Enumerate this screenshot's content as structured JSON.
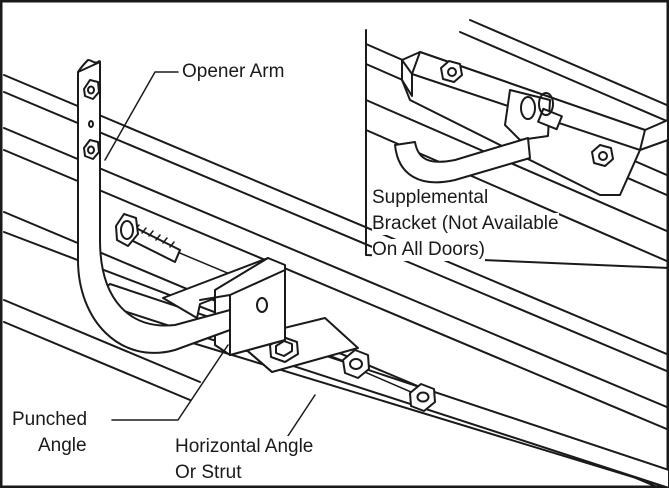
{
  "callouts": {
    "opener_arm": "Opener Arm",
    "supplemental_bracket": [
      "Supplemental",
      "Bracket (Not Available",
      "On All Doors)"
    ],
    "punched_angle": [
      "Punched",
      "Angle"
    ],
    "horizontal_angle": [
      "Horizontal Angle",
      "Or Strut"
    ]
  }
}
